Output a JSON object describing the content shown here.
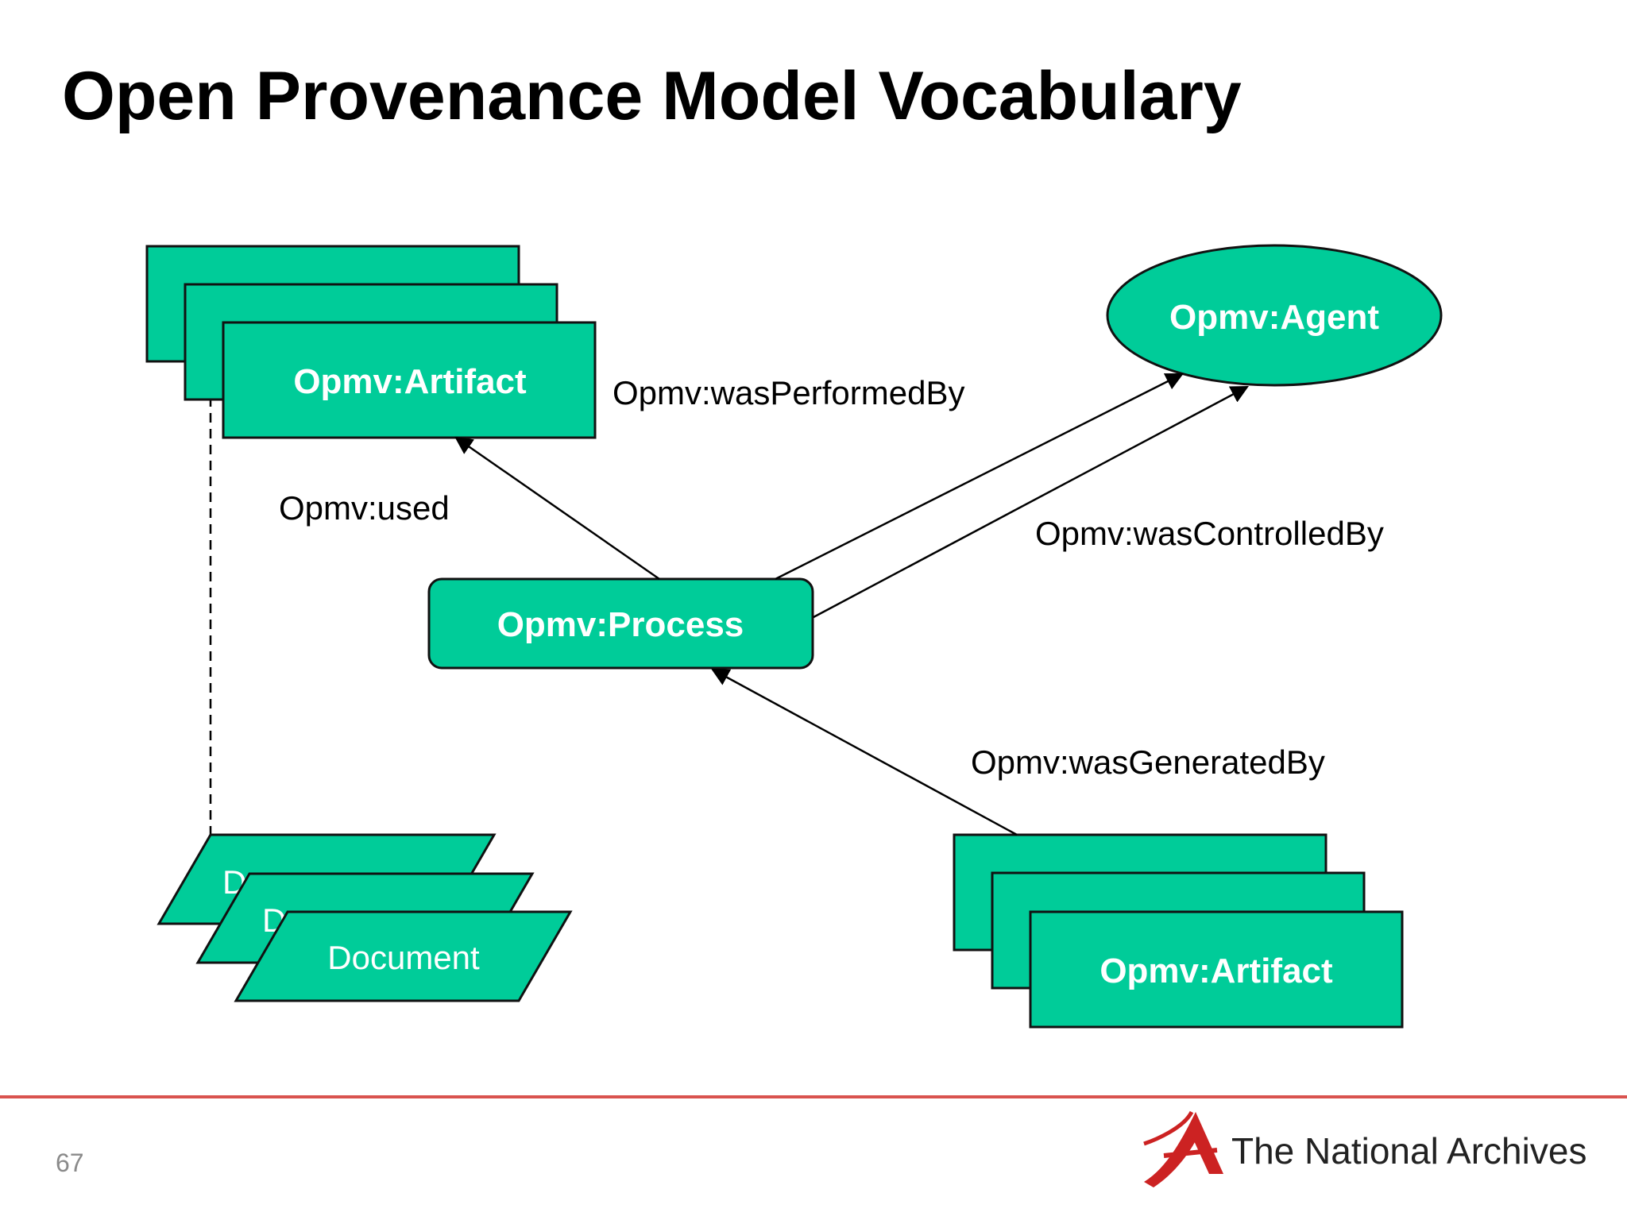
{
  "slide": {
    "title": "Open Provenance Model Vocabulary",
    "page_number": "67"
  },
  "colors": {
    "node_fill": "#00cc99",
    "node_stroke": "#111111",
    "edge": "#000000",
    "footer_rule": "#d9534f",
    "logo_red": "#cc2222"
  },
  "diagram": {
    "nodes": {
      "artifact_top": "Opmv:Artifact",
      "agent": "Opmv:Agent",
      "process": "Opmv:Process",
      "artifact_bottom": "Opmv:Artifact",
      "document": "Document",
      "document_back_fragment_1": "Do",
      "document_back_fragment_2": "Do"
    },
    "edges": {
      "used": "Opmv:used",
      "was_performed_by": "Opmv:wasPerformedBy",
      "was_controlled_by": "Opmv:wasControlledBy",
      "was_generated_by": "Opmv:wasGeneratedBy"
    }
  },
  "footer": {
    "logo_text": "The National Archives"
  }
}
